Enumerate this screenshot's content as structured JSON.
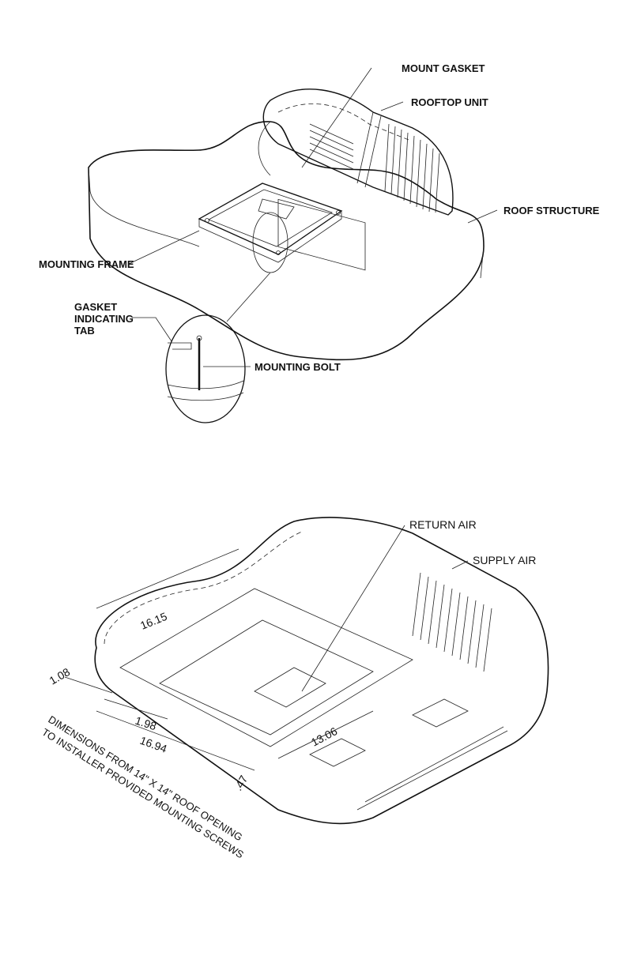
{
  "top_diagram": {
    "labels": {
      "mount_gasket": "MOUNT GASKET",
      "rooftop_unit": "ROOFTOP UNIT",
      "roof_structure": "ROOF STRUCTURE",
      "mounting_frame": "MOUNTING FRAME",
      "gasket_line1": "GASKET",
      "gasket_line2": "INDICATING",
      "gasket_line3": "TAB",
      "mounting_bolt": "MOUNTING BOLT"
    }
  },
  "bottom_diagram": {
    "labels": {
      "return_air": "RETURN AIR",
      "supply_air": "SUPPLY AIR"
    },
    "dimensions": {
      "d_16_15": "16.15",
      "d_1_08": "1.08",
      "d_1_98": "1.98",
      "d_16_94": "16.94",
      "d_13_06": "13.06",
      "d_47": ".47"
    },
    "note": {
      "line1": "DIMENSIONS FROM 14\" X 14\" ROOF OPENING",
      "line2": "TO INSTALLER PROVIDED MOUNTING SCREWS"
    }
  }
}
